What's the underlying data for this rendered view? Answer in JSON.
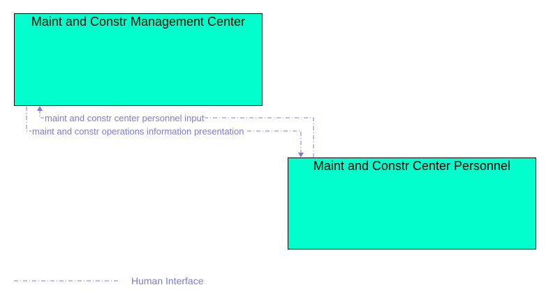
{
  "nodes": {
    "management_center": {
      "title": "Maint and Constr Management Center"
    },
    "center_personnel": {
      "title": "Maint and Constr Center Personnel"
    }
  },
  "flows": [
    {
      "label": "maint and constr center personnel input"
    },
    {
      "label": "maint and constr operations information presentation"
    }
  ],
  "legend": {
    "label": "Human Interface"
  },
  "colors": {
    "node_fill": "#00ffcc",
    "node_border": "#000000",
    "flow_line": "#7b7bdc"
  }
}
